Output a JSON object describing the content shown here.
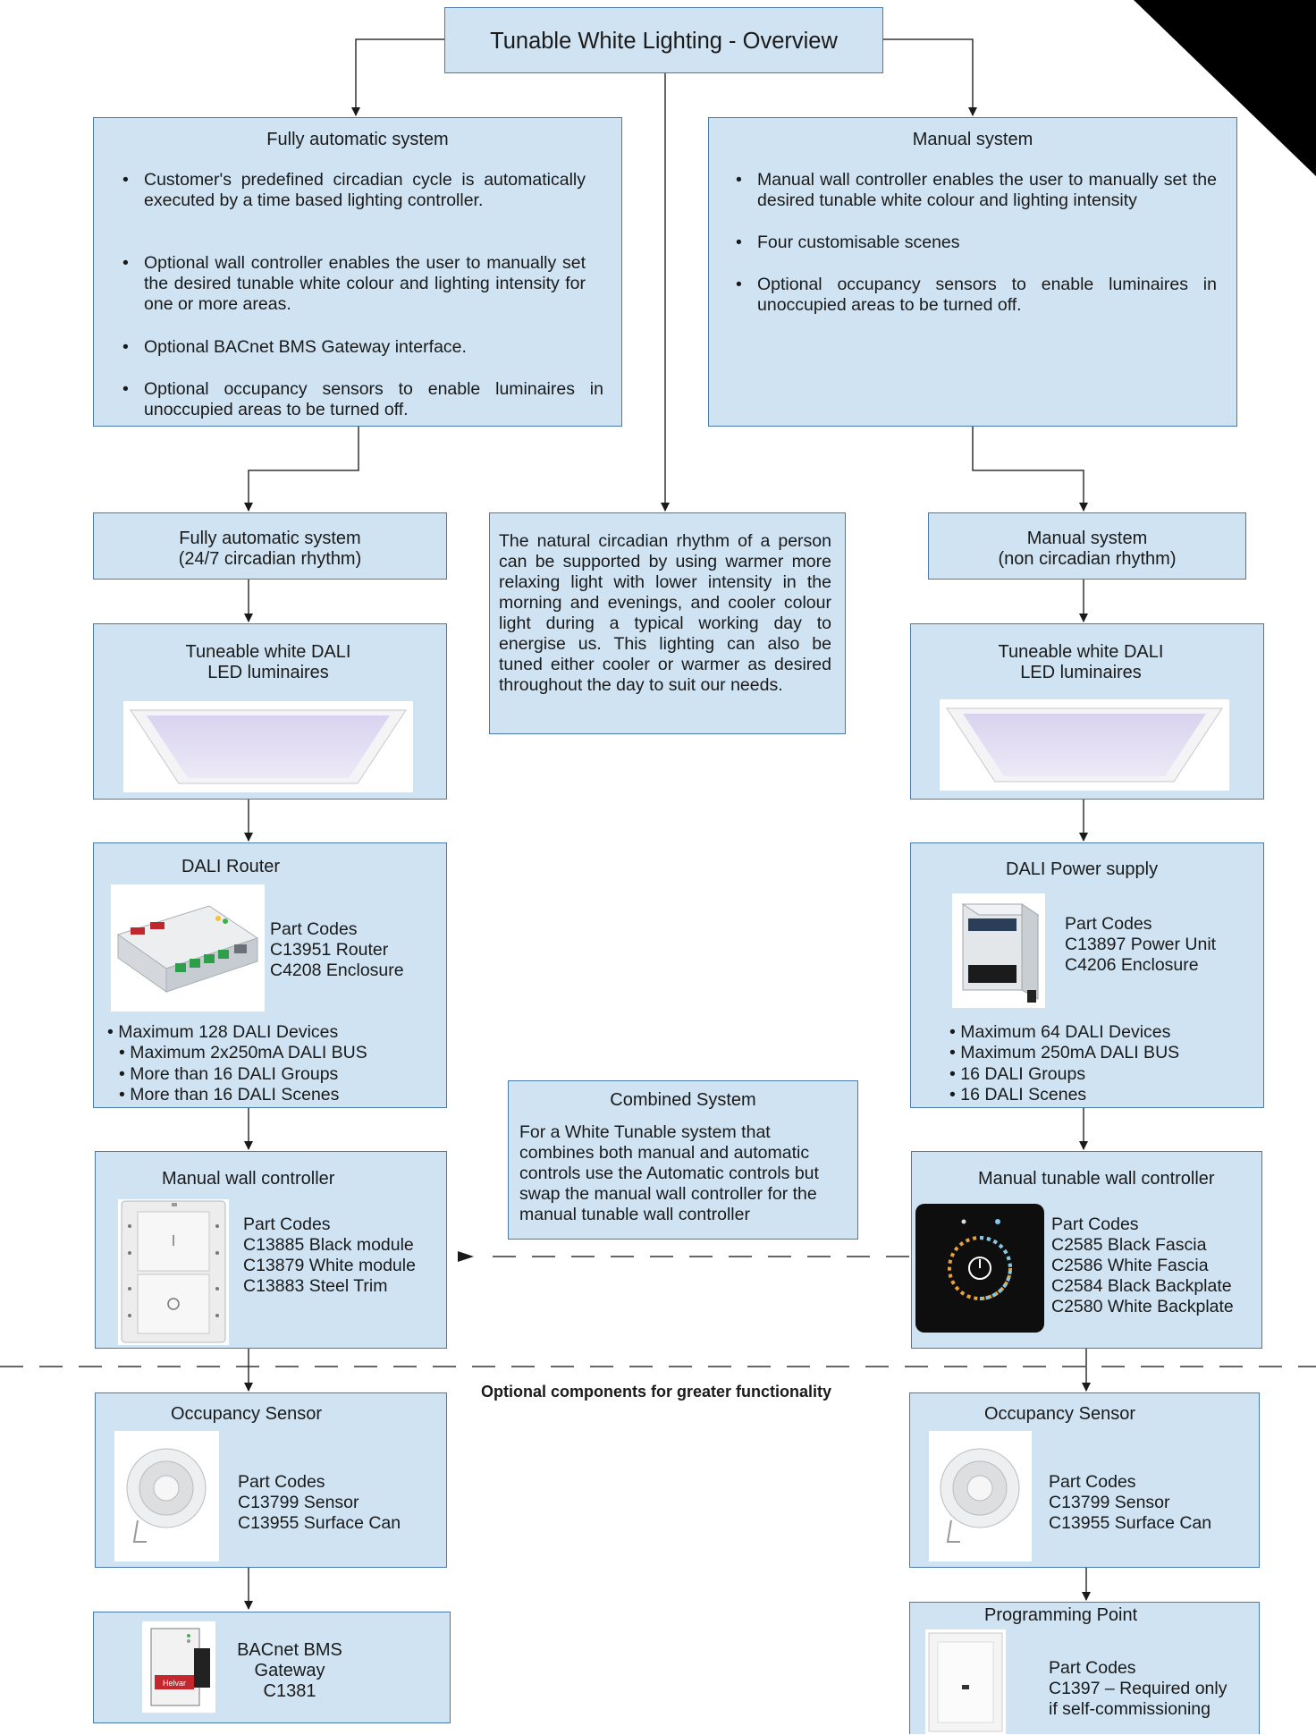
{
  "title": "Tunable White Lighting - Overview",
  "auto_top": {
    "title": "Fully automatic system",
    "bullets": [
      "Customer's predefined circadian cycle is automatically executed by a time based lighting controller.",
      "Optional wall controller enables the user to manually set the desired tunable white colour and lighting intensity for one or more areas.",
      "Optional BACnet BMS Gateway interface.",
      "Optional occupancy sensors to enable luminaires in unoccupied areas to be turned off."
    ]
  },
  "manual_top": {
    "title": "Manual system",
    "bullets": [
      "Manual wall controller enables the user to manually set the desired tunable white colour and lighting intensity",
      "Four customisable scenes",
      "Optional occupancy sensors to enable luminaires in unoccupied areas to be turned off."
    ]
  },
  "auto_sub": {
    "line1": "Fully automatic system",
    "line2": "(24/7 circadian rhythm)"
  },
  "manual_sub": {
    "line1": "Manual system",
    "line2": "(non circadian rhythm)"
  },
  "circadian_text": "The natural circadian rhythm of a person can be supported by using warmer more relaxing light with lower intensity in the morning and evenings, and cooler colour light during a typical working day to energise us. This lighting can also be tuned either cooler or warmer as desired throughout the day to suit our needs.",
  "luminaire_left": {
    "line1": "Tuneable white DALI",
    "line2": "LED luminaires"
  },
  "luminaire_right": {
    "line1": "Tuneable white DALI",
    "line2": "LED luminaires"
  },
  "router": {
    "title": "DALI Router",
    "codes": [
      "Part Codes",
      "C13951 Router",
      "C4208 Enclosure"
    ],
    "bullets": [
      "• Maximum 128 DALI Devices",
      "• Maximum 2x250mA DALI BUS",
      "• More than 16 DALI Groups",
      "• More than 16 DALI Scenes"
    ]
  },
  "power_supply": {
    "title": "DALI Power supply",
    "codes": [
      "Part Codes",
      "C13897 Power Unit",
      "C4206 Enclosure"
    ],
    "bullets": [
      "• Maximum 64 DALI Devices",
      "• Maximum 250mA DALI BUS",
      "• 16 DALI Groups",
      "• 16 DALI Scenes"
    ]
  },
  "combined": {
    "title": "Combined System",
    "text": "For a White Tunable system that combines both manual and automatic controls use the Automatic controls but swap the manual wall controller for the manual tunable wall controller"
  },
  "manual_wall": {
    "title": "Manual wall controller",
    "codes": [
      "Part Codes",
      "C13885 Black module",
      "C13879  White module",
      "C13883 Steel Trim"
    ]
  },
  "tunable_wall": {
    "title": "Manual tunable wall controller",
    "codes": [
      "Part Codes",
      "C2585 Black Fascia",
      "C2586 White Fascia",
      "C2584 Black Backplate",
      "C2580 White Backplate"
    ]
  },
  "optional_label": "Optional components for greater functionality",
  "sensor_left": {
    "title": "Occupancy Sensor",
    "codes": [
      "Part Codes",
      "C13799 Sensor",
      "C13955 Surface Can"
    ]
  },
  "sensor_right": {
    "title": "Occupancy Sensor",
    "codes": [
      "Part Codes",
      "C13799 Sensor",
      "C13955 Surface Can"
    ]
  },
  "bacnet": {
    "lines": [
      "BACnet BMS",
      "Gateway",
      "C1381"
    ],
    "brand": "Helvar"
  },
  "programming": {
    "title": "Programming Point",
    "codes": [
      "Part Codes",
      "C1397 – Required only",
      "if self-commissioning"
    ]
  },
  "colors": {
    "box_fill": "#cfe3f3",
    "box_border": "#4a79ab",
    "line": "#333333",
    "corner": "#000000"
  }
}
